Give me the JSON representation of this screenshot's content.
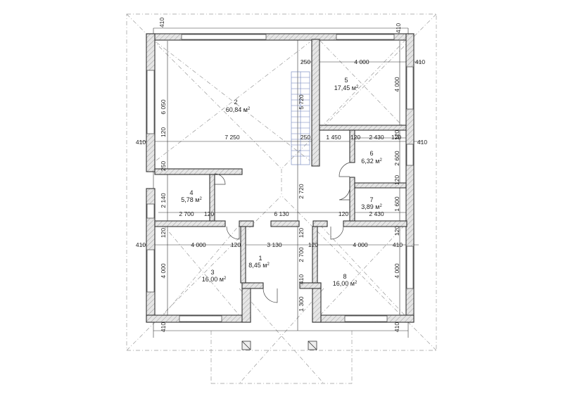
{
  "rooms": [
    {
      "num": "1",
      "area": "8,45 м",
      "sup": "2"
    },
    {
      "num": "2",
      "area": "60,84 м",
      "sup": "2"
    },
    {
      "num": "3",
      "area": "16,00 м",
      "sup": "2"
    },
    {
      "num": "4",
      "area": "5,78 м",
      "sup": "2"
    },
    {
      "num": "5",
      "area": "17,45 м",
      "sup": "2"
    },
    {
      "num": "6",
      "area": "6,32 м",
      "sup": "2"
    },
    {
      "num": "7",
      "area": "3,89 м",
      "sup": "2"
    },
    {
      "num": "8",
      "area": "16,00 м",
      "sup": "2"
    }
  ],
  "dims": {
    "d410_a": "410",
    "d410_b": "410",
    "d410_c": "410",
    "d410_d": "410",
    "d410_e": "410",
    "d410_f": "410",
    "d410_g": "410",
    "d410_h": "410",
    "d410_i": "410",
    "d250_a": "250",
    "d250_b": "250",
    "d250_c": "250",
    "d4000_a": "4 000",
    "d4000_b": "4 000",
    "d4000_c": "4 000",
    "d4000_d": "4 000",
    "d4000_e": "4 000",
    "d4000_f": "4 000",
    "d6050": "6 050",
    "d5720": "5 720",
    "d7250": "7 250",
    "d1450": "1 450",
    "d2430_a": "2 430",
    "d2430_b": "2 430",
    "d2600": "2 600",
    "d2140": "2 140",
    "d2720": "2 720",
    "d2700_a": "2 700",
    "d2700_b": "2 700",
    "d1600": "1 600",
    "d6130": "6 130",
    "d3130": "3 130",
    "d1300": "1 300",
    "d120_a": "120",
    "d120_b": "120",
    "d120_c": "120",
    "d120_d": "120",
    "d120_e": "120",
    "d120_f": "120",
    "d120_g": "120",
    "d120_h": "120",
    "d120_i": "120",
    "d120_j": "120",
    "d120_k": "120",
    "d120_l": "120"
  },
  "colors": {
    "wall_fill": "#dcdcdc",
    "wall_stroke": "#333333",
    "dim_line": "#333333",
    "roof_line": "#9a9a9a",
    "stair": "#6a7fb8"
  }
}
